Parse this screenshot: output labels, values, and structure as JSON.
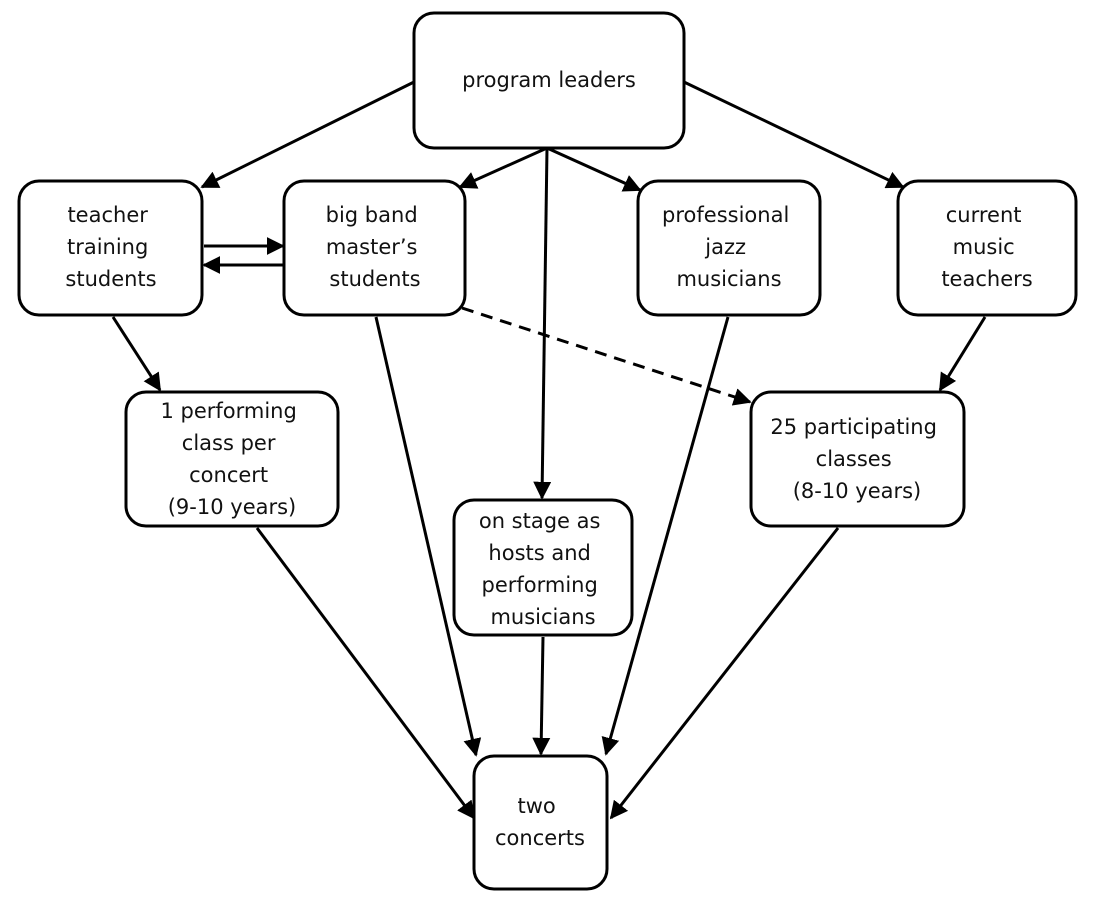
{
  "nodes": {
    "program_leaders": {
      "lines": [
        "program leaders"
      ]
    },
    "teacher_training": {
      "lines": [
        "teacher",
        "training",
        "students"
      ]
    },
    "big_band": {
      "lines": [
        "big band",
        "master’s",
        "students"
      ]
    },
    "pro_jazz": {
      "lines": [
        "professional",
        "jazz",
        "musicians"
      ]
    },
    "music_teachers": {
      "lines": [
        "current",
        "music",
        "teachers"
      ]
    },
    "performing_class": {
      "lines": [
        "1 performing",
        "class per",
        "concert",
        "(9-10 years)"
      ]
    },
    "participating": {
      "lines": [
        "25 participating",
        "classes",
        "(8-10 years)"
      ]
    },
    "on_stage": {
      "lines": [
        "on stage as",
        "hosts and",
        "performing",
        "musicians"
      ]
    },
    "concerts": {
      "lines": [
        "two",
        "concerts"
      ]
    }
  },
  "edges": [
    {
      "from": "program_leaders",
      "to": "teacher_training",
      "style": "solid"
    },
    {
      "from": "program_leaders",
      "to": "big_band",
      "style": "solid"
    },
    {
      "from": "program_leaders",
      "to": "on_stage",
      "style": "solid"
    },
    {
      "from": "program_leaders",
      "to": "pro_jazz",
      "style": "solid"
    },
    {
      "from": "program_leaders",
      "to": "music_teachers",
      "style": "solid"
    },
    {
      "from": "teacher_training",
      "to": "big_band",
      "style": "solid"
    },
    {
      "from": "big_band",
      "to": "teacher_training",
      "style": "solid"
    },
    {
      "from": "teacher_training",
      "to": "performing_class",
      "style": "solid"
    },
    {
      "from": "big_band",
      "to": "participating",
      "style": "dashed"
    },
    {
      "from": "music_teachers",
      "to": "participating",
      "style": "solid"
    },
    {
      "from": "big_band",
      "to": "concerts",
      "style": "solid"
    },
    {
      "from": "pro_jazz",
      "to": "concerts",
      "style": "solid"
    },
    {
      "from": "performing_class",
      "to": "concerts",
      "style": "solid"
    },
    {
      "from": "participating",
      "to": "concerts",
      "style": "solid"
    },
    {
      "from": "on_stage",
      "to": "concerts",
      "style": "solid"
    }
  ]
}
